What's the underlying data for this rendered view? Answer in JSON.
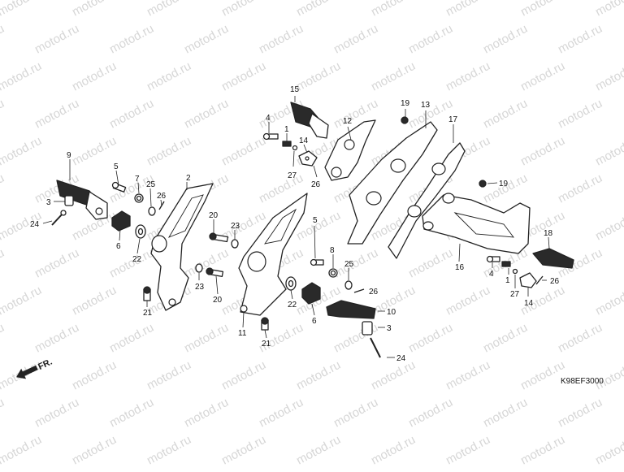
{
  "diagram": {
    "code": "K98EF3000",
    "direction_label": "FR.",
    "watermark": "motod.ru",
    "labels": [
      "1",
      "3",
      "4",
      "5",
      "6",
      "7",
      "8",
      "9",
      "10",
      "11",
      "12",
      "13",
      "14",
      "15",
      "16",
      "17",
      "18",
      "19",
      "20",
      "21",
      "22",
      "23",
      "24",
      "25",
      "26",
      "27"
    ],
    "labels_display": {
      "l1a": "1",
      "l1b": "1",
      "l3a": "3",
      "l3b": "3",
      "l4a": "4",
      "l4b": "4",
      "l5a": "5",
      "l5b": "5",
      "l6a": "6",
      "l6b": "6",
      "l7": "7",
      "l8": "8",
      "l9": "9",
      "l10": "10",
      "l11": "11",
      "l12": "12",
      "l13": "13",
      "l14a": "14",
      "l14b": "14",
      "l15": "15",
      "l16": "16",
      "l17": "17",
      "l18": "18",
      "l19a": "19",
      "l19b": "19",
      "l20a": "20",
      "l20b": "20",
      "l21a": "21",
      "l21b": "21",
      "l22a": "22",
      "l22b": "22",
      "l23a": "23",
      "l23b": "23",
      "l24a": "24",
      "l24b": "24",
      "l25a": "25",
      "l25b": "25",
      "l26a": "26",
      "l26b": "26",
      "l26c": "26",
      "l27a": "27",
      "l27b": "27",
      "l2": "2"
    }
  }
}
